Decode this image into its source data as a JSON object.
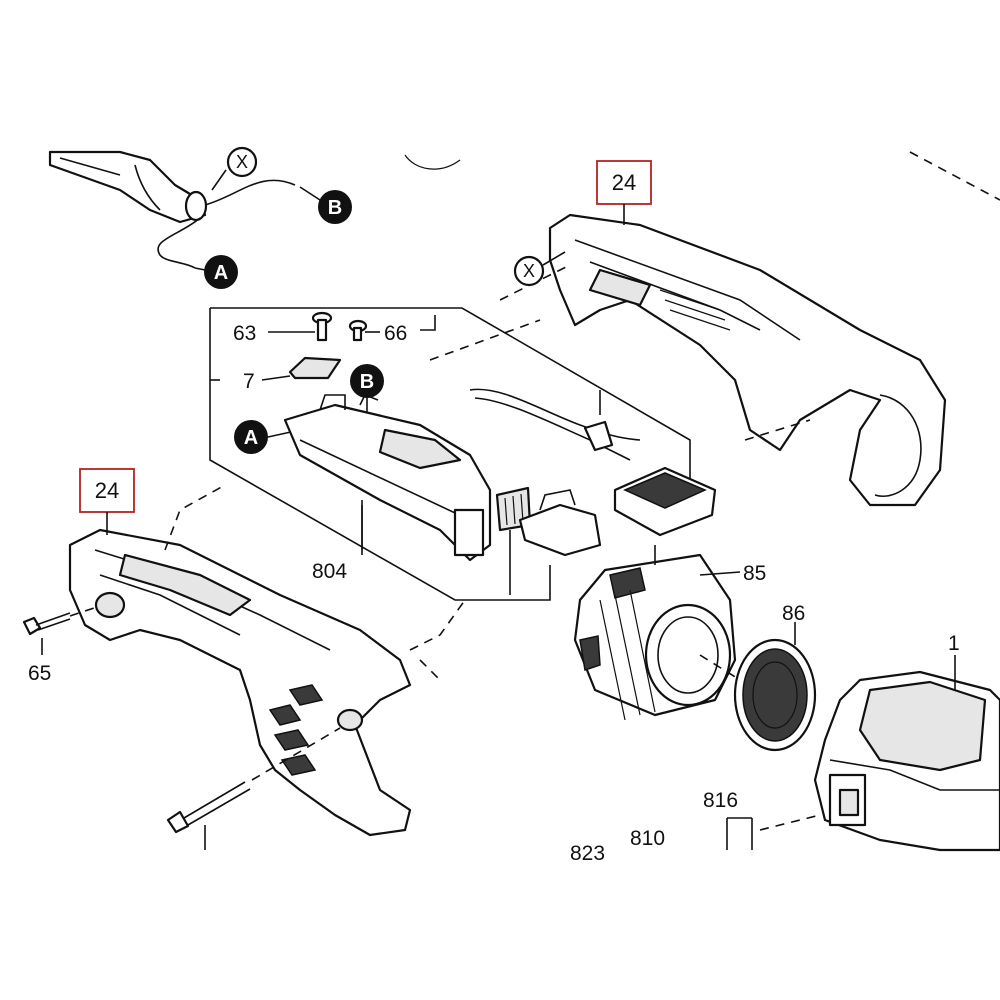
{
  "labels": {
    "p24_top": "24",
    "p24_left": "24",
    "p63": "63",
    "p66": "66",
    "p7": "7",
    "p804": "804",
    "p85": "85",
    "p86": "86",
    "p1": "1",
    "p65": "65",
    "p816": "816",
    "p810": "810",
    "p823": "823"
  },
  "callouts": {
    "A_top": "A",
    "B_top": "B",
    "A_mid": "A",
    "B_mid": "B",
    "X_top": "X",
    "X_housing": "X"
  },
  "colors": {
    "line": "#111111",
    "highlight_box": "#b22222",
    "badge_fill": "#111111"
  }
}
